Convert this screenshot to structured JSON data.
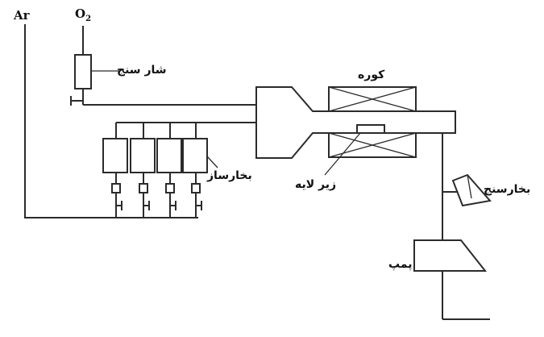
{
  "labels": {
    "argon": "Ar",
    "oxygen_symbol": "O",
    "oxygen_subscript": "2",
    "flowmeter": "شار سنج",
    "furnace": "کوره",
    "vaporizers": "بخارساز",
    "substrate": "زیر لایه",
    "vapor_meter": "بخارسنج",
    "pump": "پمپ"
  },
  "colors": {
    "line": "#2b2b2b",
    "background": "#ffffff"
  },
  "components": {
    "vaporizer_count": 4
  }
}
